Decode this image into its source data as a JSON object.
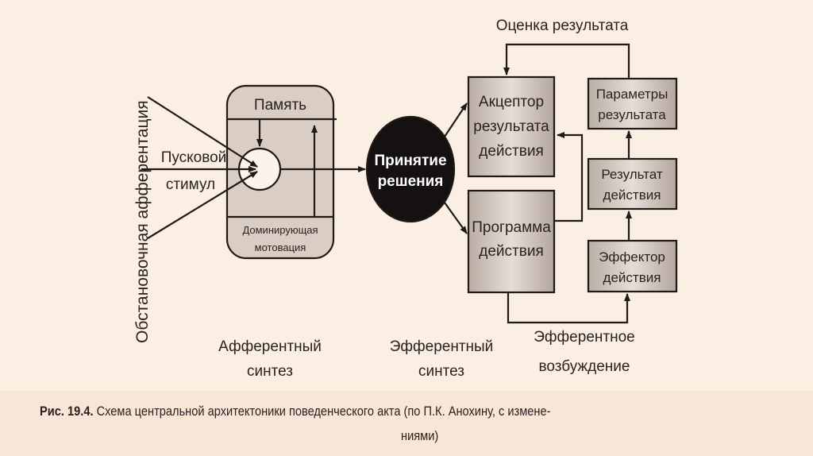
{
  "diagram": {
    "feedback_label": "Оценка результата",
    "side_label": "Обстановочная афферентация",
    "trigger_label_1": "Пусковой",
    "trigger_label_2": "стимул",
    "memory": "Память",
    "motivation_1": "Доминирующая",
    "motivation_2": "мотовация",
    "decision_1": "Принятие",
    "decision_2": "решения",
    "acceptor": [
      "Акцептор",
      "результата",
      "действия"
    ],
    "program": [
      "Программа",
      "действия"
    ],
    "parameters": [
      "Параметры",
      "результата"
    ],
    "result": [
      "Результат",
      "действия"
    ],
    "effector": [
      "Эффектор",
      "действия"
    ],
    "afferent": [
      "Афферентный",
      "синтез"
    ],
    "efferent_synth": [
      "Эфферентный",
      "синтез"
    ],
    "efferent_exc": [
      "Эфферентное",
      "возбуждение"
    ]
  },
  "caption": {
    "label": "Рис. 19.4.",
    "text": " Схема центральной архитектоники поведенческого акта (по П.К. Анохину, с измене-",
    "text_2": "ниями)"
  }
}
